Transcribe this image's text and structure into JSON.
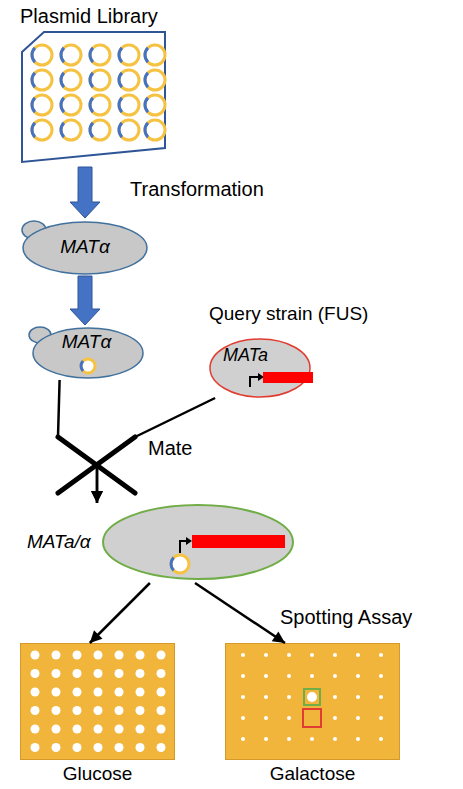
{
  "diagram": {
    "nodes": [
      {
        "text": [
          "Plasmid Library"
        ]
      },
      {
        "text": [
          "MATα"
        ]
      },
      {
        "text": [
          "MATα"
        ]
      },
      {
        "text": [
          "Query strain (FUS)",
          "MATa"
        ]
      },
      {
        "text": [
          "MATa/α"
        ]
      },
      {
        "text": [
          "Glucose"
        ]
      },
      {
        "text": [
          "Galactose"
        ]
      }
    ],
    "edges": [
      {
        "from": 0,
        "to": 1,
        "arrow": "to",
        "label": "Transformation"
      },
      {
        "from": 1,
        "to": 2,
        "arrow": "to"
      },
      {
        "from": 2,
        "to": 4,
        "arrow": "to"
      },
      {
        "from": 3,
        "to": 4,
        "arrow": "to",
        "label": "Mate"
      },
      {
        "from": 4,
        "to": 5,
        "arrow": "to"
      },
      {
        "from": 4,
        "to": 6,
        "arrow": "to",
        "label": "Spotting Assay"
      }
    ]
  }
}
